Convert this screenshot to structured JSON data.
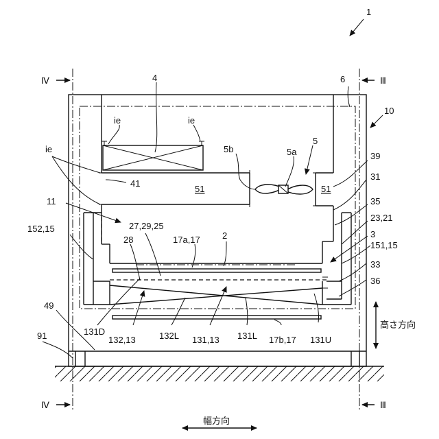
{
  "figure": {
    "ref_main": "1",
    "section_marks": {
      "left": "Ⅳ",
      "right": "Ⅲ"
    },
    "labels": {
      "l4": "4",
      "l6": "6",
      "l10": "10",
      "ie1": "ie",
      "ie2": "ie",
      "ie3": "ie",
      "l5": "5",
      "l5a": "5a",
      "l5b": "5b",
      "l39": "39",
      "l41": "41",
      "l51a": "51",
      "l51b": "51",
      "l31": "31",
      "l11": "11",
      "l35": "35",
      "l27": "27,29,25",
      "l2321": "23,21",
      "l15215": "152,15",
      "l28": "28",
      "l1717a": "17a,17",
      "l2": "2",
      "l3": "3",
      "l15115": "151,15",
      "l33": "33",
      "l36": "36",
      "l49": "49",
      "l131D": "131D",
      "l13213": "132,13",
      "l132L": "132L",
      "l13113": "131,13",
      "l131L": "131L",
      "l17b17": "17b,17",
      "l131U": "131U",
      "l91": "91"
    },
    "directions": {
      "height": "高さ方向",
      "width": "幅方向"
    }
  }
}
